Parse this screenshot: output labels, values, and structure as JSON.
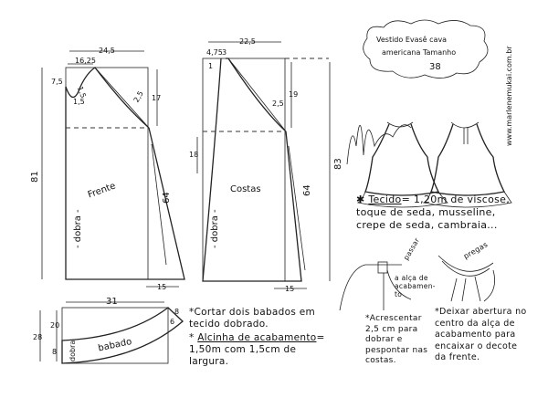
{
  "title": {
    "line1": "Vestido Evasê cava",
    "line2": "americana Tamanho",
    "size": "38"
  },
  "watermark": "www.marlenemukai.com.br",
  "signature": "Marlene Mukai",
  "front": {
    "label": "Frente",
    "fold": "- dobra -",
    "width": "24,5",
    "neck_width": "16,25",
    "neck_drop": "7,5",
    "neck_small": "1,5",
    "neck_curve": "1,5",
    "armhole_depth": "2,5",
    "armhole_height": "17",
    "total_length": "81",
    "side_length": "64",
    "hem_flare": "15"
  },
  "back": {
    "label": "Costas",
    "fold": "- dobra -",
    "width": "22,5",
    "neck_width": "4,75",
    "strap": "3",
    "neck_drop": "1",
    "armhole_height": "19",
    "armhole_depth": "2,5",
    "fold_mark": "18",
    "total_length": "83",
    "side_length": "64",
    "hem_flare": "15"
  },
  "ruffle": {
    "label": "babado",
    "fold": "dobra",
    "width": "31",
    "top_height": "20",
    "bottom_height": "8",
    "total_height": "28",
    "end_a": "8",
    "end_b": "6"
  },
  "notes": {
    "cut": [
      "*Cortar dois babados em",
      "tecido dobrado."
    ],
    "strap_title": "Alcinha de acabamento",
    "strap_text": [
      "1,50m com 1,5cm de",
      "largura."
    ],
    "fabric_title": "Tecido",
    "fabric_text": [
      "= 1,20m de viscose,",
      "toque de seda, musseline,",
      "crepe de seda, cambraia..."
    ],
    "pass_strap": [
      "passar",
      "a alça de",
      "acabamen-",
      "to"
    ],
    "pleats": "pregas",
    "add": [
      "*Acrescentar",
      "2,5 cm para",
      "dobrar e",
      "pespontar nas",
      "costas."
    ],
    "opening": [
      "*Deixar abertura no",
      "centro da alça de",
      "acabamento para",
      "encaixar o decote",
      "da frente."
    ]
  }
}
